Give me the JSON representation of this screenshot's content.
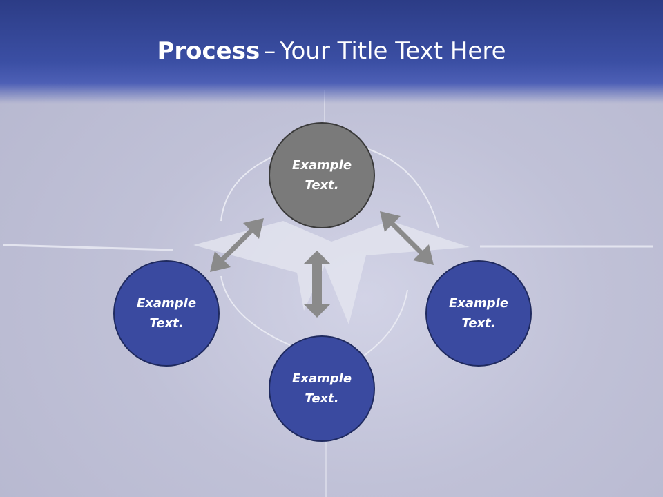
{
  "title": {
    "bold": "Process",
    "separator": "–",
    "rest": "Your Title Text Here"
  },
  "nodes": [
    {
      "id": "top",
      "text": "Example Text."
    },
    {
      "id": "left",
      "text": "Example Text."
    },
    {
      "id": "right",
      "text": "Example Text."
    },
    {
      "id": "bottom",
      "text": "Example Text."
    }
  ],
  "colors": {
    "header": "#3b4fa4",
    "circle_blue": "#3a4aa0",
    "circle_gray": "#7a7a7a",
    "arrow": "#8a8a8a"
  }
}
